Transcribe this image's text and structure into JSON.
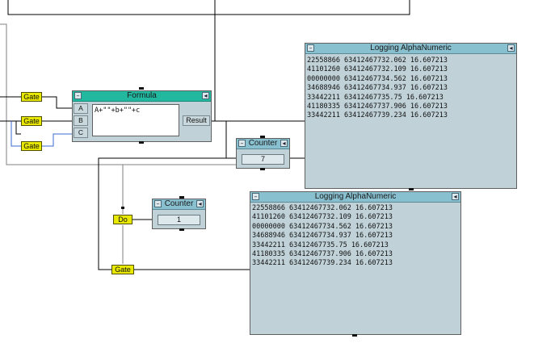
{
  "colors": {
    "wire": "#000000",
    "wire_blue": "#3a6ad0",
    "gate_fill": "#e8e800",
    "title_blue": "#88c0d0",
    "title_teal": "#22b8a0",
    "panel": "#c0d2d8"
  },
  "formula": {
    "title": "Formula",
    "expression": "A+\"\"+b+\"\"+c",
    "inputs": [
      "A",
      "B",
      "C"
    ],
    "output": "Result"
  },
  "gates": {
    "gate1": "Gate",
    "gate2": "Gate",
    "gate3": "Gate",
    "gate4": "Gate",
    "do": "Do"
  },
  "counter_top": {
    "title": "Counter",
    "value": "7"
  },
  "counter_bottom": {
    "title": "Counter",
    "value": "1"
  },
  "log_top": {
    "title": "Logging AlphaNumeric",
    "lines": [
      "22558866 63412467732.062 16.607213",
      "41101260 63412467732.109 16.607213",
      "00000000 63412467734.562 16.607213",
      "34688946 63412467734.937 16.607213",
      "33442211 63412467735.75 16.607213",
      "41180335 63412467737.906 16.607213",
      "33442211 63412467739.234 16.607213"
    ]
  },
  "log_bottom": {
    "title": "Logging AlphaNumeric",
    "lines": [
      "22558866 63412467732.062 16.607213",
      "41101260 63412467732.109 16.607213",
      "00000000 63412467734.562 16.607213",
      "34688946 63412467734.937 16.607213",
      "33442211 63412467735.75 16.607213",
      "41180335 63412467737.906 16.607213",
      "33442211 63412467739.234 16.607213"
    ]
  },
  "icons": {
    "minimize": "minimize-icon",
    "menu": "menu-arrow-icon"
  }
}
